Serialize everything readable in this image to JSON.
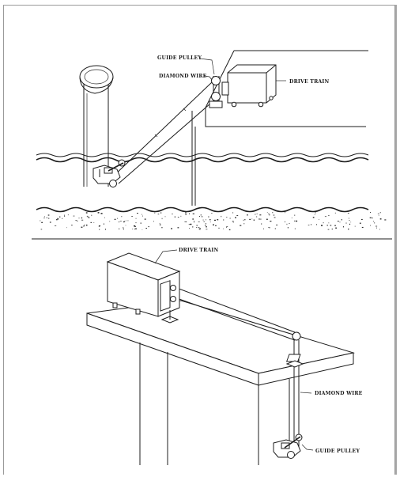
{
  "figure": {
    "top_diagram": {
      "labels": {
        "guide_pulley": "GUIDE PULLEY",
        "diamond_wire": "DIAMOND WIRE",
        "drive_train": "DRIVE TRAIN"
      }
    },
    "bottom_diagram": {
      "labels": {
        "drive_train": "DRIVE TRAIN",
        "diamond_wire": "DIAMOND WIRE",
        "guide_pulley": "GUIDE PULLEY"
      }
    }
  },
  "colors": {
    "line": "#1c1c1c",
    "frame": "#9a9a9a",
    "background": "#ffffff"
  }
}
